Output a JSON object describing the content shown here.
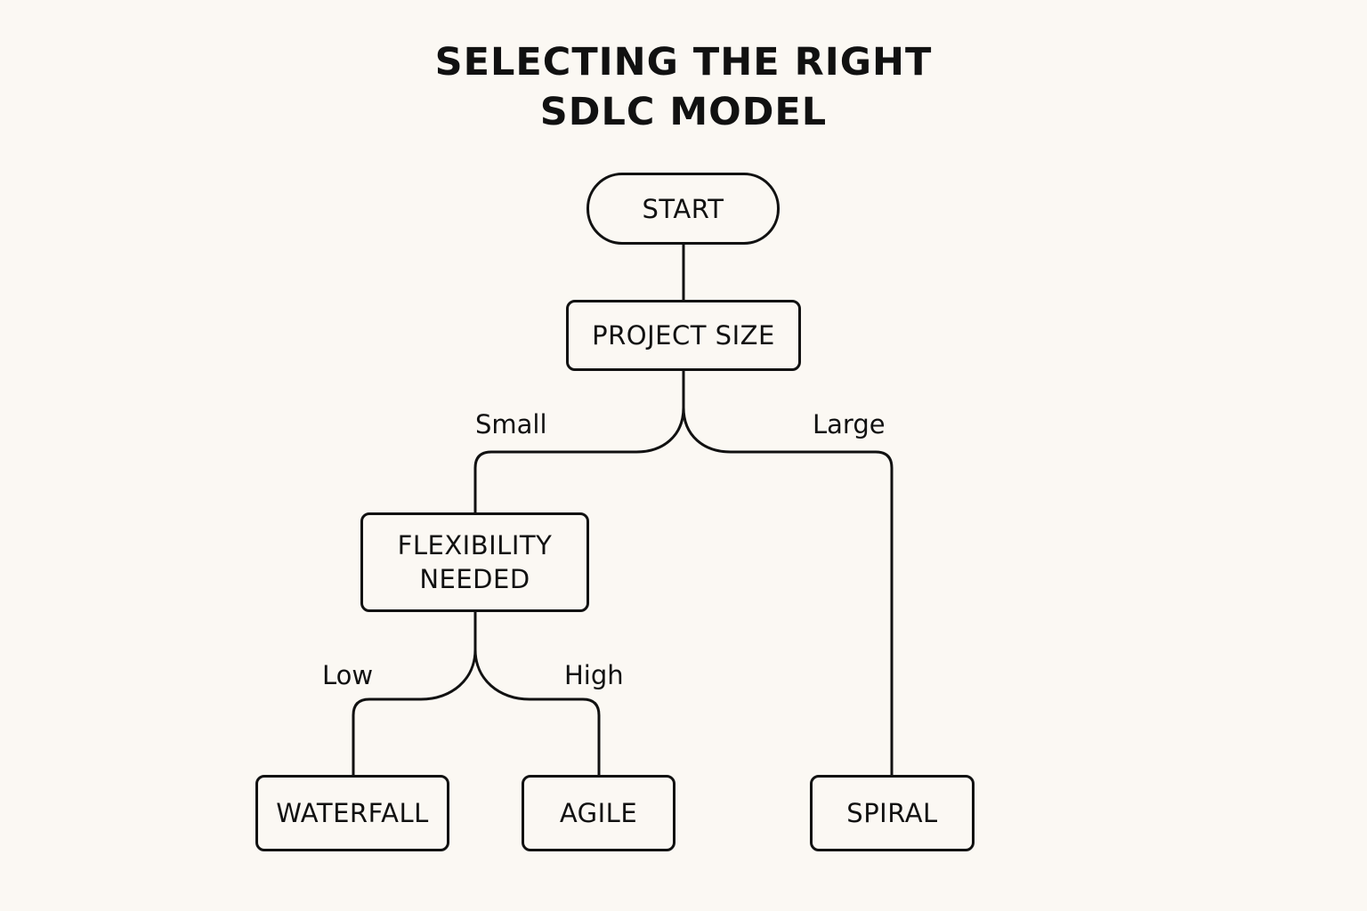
{
  "title": {
    "line1": "SELECTING THE RIGHT",
    "line2": "SDLC MODEL"
  },
  "nodes": {
    "start": "START",
    "project_size": "PROJECT SIZE",
    "flexibility_line1": "FLEXIBILITY",
    "flexibility_line2": "NEEDED",
    "waterfall": "WATERFALL",
    "agile": "AGILE",
    "spiral": "SPIRAL"
  },
  "edges": {
    "small": "Small",
    "large": "Large",
    "low": "Low",
    "high": "High"
  },
  "colors": {
    "background": "#fbf8f3",
    "stroke": "#111111"
  }
}
